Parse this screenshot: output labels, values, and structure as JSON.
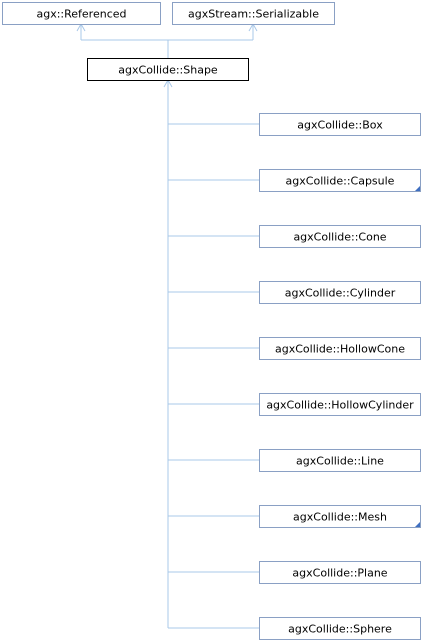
{
  "diagram": {
    "nodes": [
      {
        "id": "referenced",
        "label": "agx::Referenced",
        "kind": "base"
      },
      {
        "id": "serializable",
        "label": "agxStream::Serializable",
        "kind": "base"
      },
      {
        "id": "shape",
        "label": "agxCollide::Shape",
        "kind": "focus"
      },
      {
        "id": "box",
        "label": "agxCollide::Box",
        "kind": "child",
        "has_more": false
      },
      {
        "id": "capsule",
        "label": "agxCollide::Capsule",
        "kind": "child",
        "has_more": true
      },
      {
        "id": "cone",
        "label": "agxCollide::Cone",
        "kind": "child",
        "has_more": false
      },
      {
        "id": "cylinder",
        "label": "agxCollide::Cylinder",
        "kind": "child",
        "has_more": false
      },
      {
        "id": "hollowcone",
        "label": "agxCollide::HollowCone",
        "kind": "child",
        "has_more": false
      },
      {
        "id": "hollowcylinder",
        "label": "agxCollide::HollowCylinder",
        "kind": "child",
        "has_more": false
      },
      {
        "id": "line",
        "label": "agxCollide::Line",
        "kind": "child",
        "has_more": false
      },
      {
        "id": "mesh",
        "label": "agxCollide::Mesh",
        "kind": "child",
        "has_more": true
      },
      {
        "id": "plane",
        "label": "agxCollide::Plane",
        "kind": "child",
        "has_more": false
      },
      {
        "id": "sphere",
        "label": "agxCollide::Sphere",
        "kind": "child",
        "has_more": false
      }
    ],
    "edges": [
      {
        "from": "shape",
        "to": "referenced"
      },
      {
        "from": "shape",
        "to": "serializable"
      },
      {
        "from": "box",
        "to": "shape"
      },
      {
        "from": "capsule",
        "to": "shape"
      },
      {
        "from": "cone",
        "to": "shape"
      },
      {
        "from": "cylinder",
        "to": "shape"
      },
      {
        "from": "hollowcone",
        "to": "shape"
      },
      {
        "from": "hollowcylinder",
        "to": "shape"
      },
      {
        "from": "line",
        "to": "shape"
      },
      {
        "from": "mesh",
        "to": "shape"
      },
      {
        "from": "plane",
        "to": "shape"
      },
      {
        "from": "sphere",
        "to": "shape"
      }
    ],
    "colors": {
      "node_border": "#8aa0c4",
      "focus_border": "#000000",
      "edge": "#a9c8e8",
      "more_marker": "#3f6fc1"
    }
  }
}
